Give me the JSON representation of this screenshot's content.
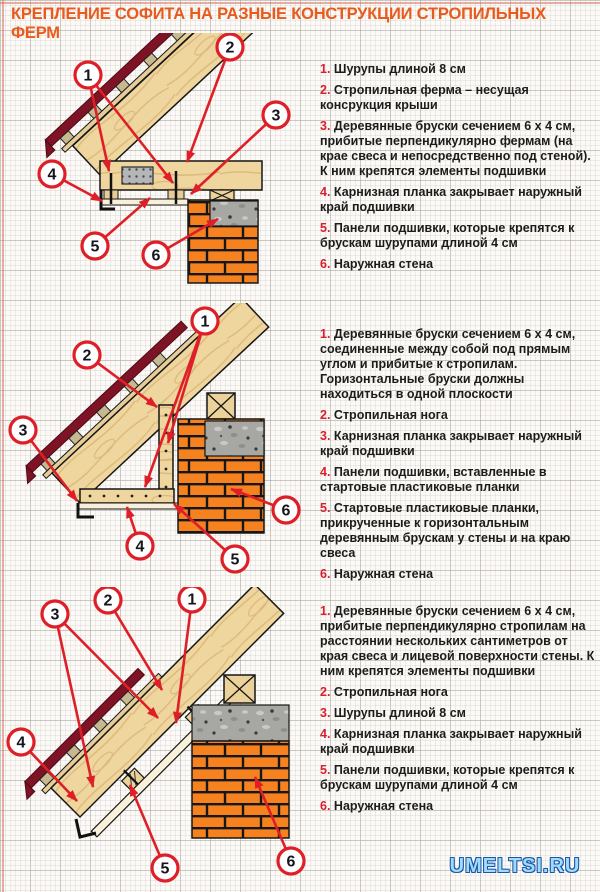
{
  "title": "КРЕПЛЕНИЕ СОФИТА НА РАЗНЫЕ КОНСТРУКЦИИ СТРОПИЛЬНЫХ ФЕРМ",
  "watermark": "UMELTSI.RU",
  "colors": {
    "title_orange": "#E95A1D",
    "accent_red": "#DE1F28",
    "legend_number_red": "#D6202C",
    "brick_orange": "#F5821F",
    "wood_tan": "#EFD69E",
    "roof_maroon": "#7D1324",
    "concrete_gray": "#A7A7A4",
    "watermark_blue": "#9FDCFA"
  },
  "sections": [
    {
      "name": "soffit-on-truss-with-horizontal-chord",
      "callouts": [
        "1",
        "2",
        "3",
        "4",
        "5",
        "6"
      ],
      "items": [
        {
          "n": "1.",
          "text": "Шурупы длиной 8 см"
        },
        {
          "n": "2.",
          "text": "Стропильная ферма – несущая консрукция крыши"
        },
        {
          "n": "3.",
          "text": "Деревянные бруски сечением 6 х 4 см, прибитые перпендикулярно фермам (на крае свеса и непосредственно под стеной). К ним крепятся элементы подшивки"
        },
        {
          "n": "4.",
          "text": "Карнизная планка закрывает наружный край подшивки"
        },
        {
          "n": "5.",
          "text": "Панели подшивки, которые крепятся к брускам шурупами длиной 4 см"
        },
        {
          "n": "6.",
          "text": "Наружная стена"
        }
      ]
    },
    {
      "name": "soffit-on-rafter-leg-with-right-angle-bars",
      "callouts": [
        "1",
        "2",
        "3",
        "4",
        "5",
        "6"
      ],
      "items": [
        {
          "n": "1.",
          "text": "Деревянные бруски сечением 6 х 4 см, соединенные между собой под прямым углом и прибитые к стропилам. Горизонтальные бруски должны находиться в одной плоскости"
        },
        {
          "n": "2.",
          "text": "Стропильная нога"
        },
        {
          "n": "3.",
          "text": "Карнизная планка закрывает наружный край подшивки"
        },
        {
          "n": "4.",
          "text": "Панели подшивки, вставленные в стартовые пластиковые планки"
        },
        {
          "n": "5.",
          "text": "Стартовые пластиковые планки, прикрученные к горизонтальным деревянным брускам у стены и на краю свеса"
        },
        {
          "n": "6.",
          "text": "Наружная стена"
        }
      ]
    },
    {
      "name": "soffit-parallel-to-rafter-slope",
      "callouts": [
        "1",
        "2",
        "3",
        "4",
        "5",
        "6"
      ],
      "items": [
        {
          "n": "1.",
          "text": "Деревянные бруски сечением 6 х 4 см, прибитые перпендикулярно стропилам на расстоянии нескольких сантиметров от края свеса и лицевой поверхности стены. К ним крепятся элементы подшивки"
        },
        {
          "n": "2.",
          "text": "Стропильная нога"
        },
        {
          "n": "3.",
          "text": "Шурупы длиной 8 см"
        },
        {
          "n": "4.",
          "text": "Карнизная планка закрывает наружный край подшивки"
        },
        {
          "n": "5.",
          "text": "Панели подшивки, которые крепятся к брускам шурупами длиной 4 см"
        },
        {
          "n": "6.",
          "text": "Наружная стена"
        }
      ]
    }
  ]
}
